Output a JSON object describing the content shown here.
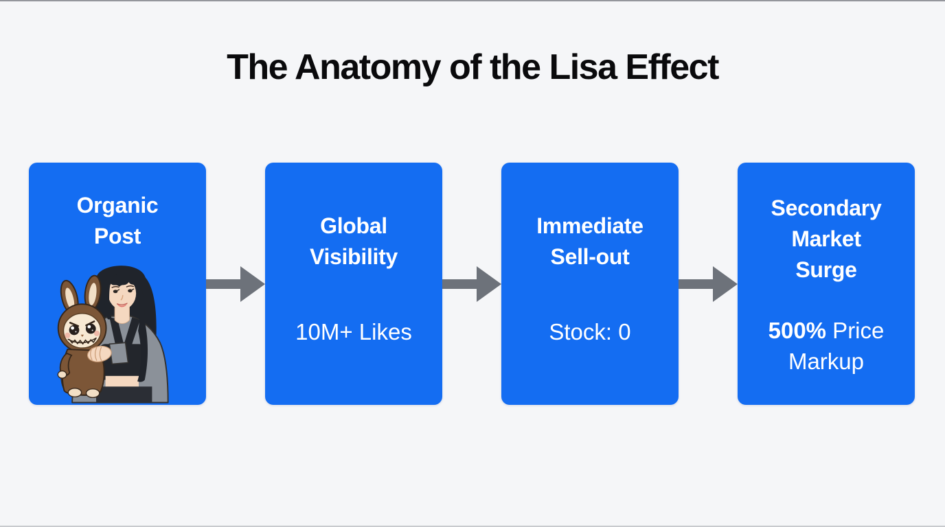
{
  "title": {
    "text": "The Anatomy of the Lisa Effect"
  },
  "colors": {
    "background": "#f5f6f8",
    "card_blue": "#146df2",
    "card_text": "#ffffff",
    "arrow_gray": "#6d727a",
    "title_text": "#0a0a0c"
  },
  "flow": {
    "arrow_icon": "right-arrow-icon",
    "steps": [
      {
        "heading": "Organic Post",
        "heading_lines": [
          "Organic",
          "Post"
        ],
        "illustration": "lisa-holding-labubu-plush"
      },
      {
        "heading": "Global Visibility",
        "heading_lines": [
          "Global",
          "Visibility"
        ],
        "detail": "10M+ Likes"
      },
      {
        "heading": "Immediate Sell-out",
        "heading_lines": [
          "Immediate",
          "Sell-out"
        ],
        "detail": "Stock: 0"
      },
      {
        "heading": "Secondary Market Surge",
        "heading_lines": [
          "Secondary",
          "Market",
          "Surge"
        ],
        "detail_emphasis": "500%",
        "detail_rest": " Price Markup"
      }
    ]
  }
}
